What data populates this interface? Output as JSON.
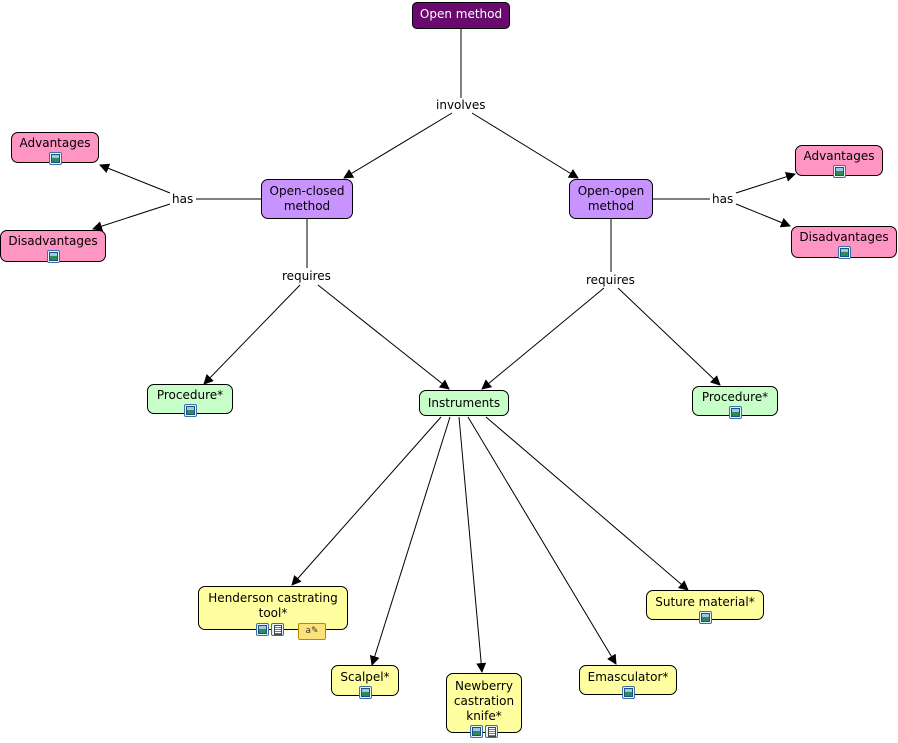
{
  "nodes": {
    "root": "Open method",
    "open_closed": "Open-closed method",
    "open_open": "Open-open method",
    "adv_left": "Advantages",
    "dis_left": "Disadvantages",
    "adv_right": "Advantages",
    "dis_right": "Disadvantages",
    "proc_left": "Procedure*",
    "instruments": "Instruments",
    "proc_right": "Procedure*",
    "henderson": "Henderson castrating tool*",
    "scalpel": "Scalpel*",
    "newberry": "Newberry castration knife*",
    "emasculator": "Emasculator*",
    "suture": "Suture material*"
  },
  "links": {
    "involves": "involves",
    "has_left": "has",
    "has_right": "has",
    "requires_left": "requires",
    "requires_right": "requires"
  },
  "icons": {
    "image": "image-icon",
    "document": "document-icon",
    "note": "note-icon"
  },
  "colors": {
    "root": "#6a0a6e",
    "method": "#c993ff",
    "pros_cons": "#ff95c2",
    "procedure": "#c8fec8",
    "tool": "#ffff9f"
  }
}
